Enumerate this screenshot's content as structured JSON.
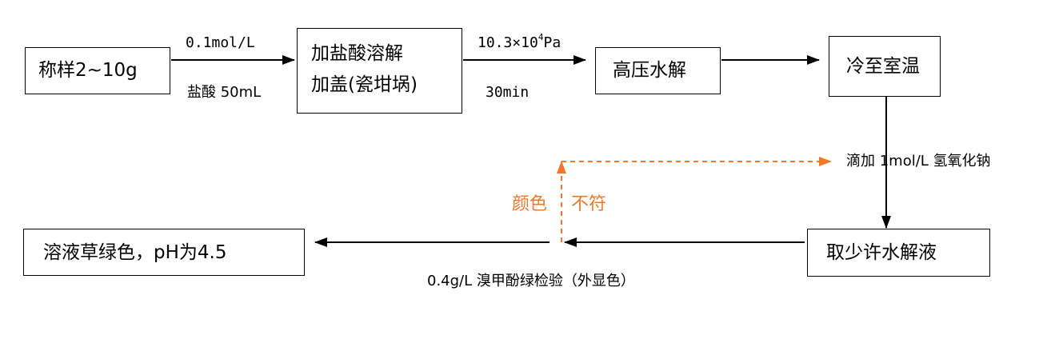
{
  "boxes": {
    "weigh": "称样2~10g",
    "dissolve_line1": "加盐酸溶解",
    "dissolve_line2": "加盖(瓷坩埚)",
    "hydrolysis": "高压水解",
    "cool": "冷至室温",
    "sample": "取少许水解液",
    "result": "溶液草绿色，pH为4.5"
  },
  "labels": {
    "acid_conc": "0.1mol/L",
    "acid_volume": "盐酸 50mL",
    "pressure_base": "10.3×10",
    "pressure_exp": "4",
    "pressure_unit": "Pa",
    "time": "30min",
    "naoh": "滴加 1mol/L 氢氧化钠",
    "test": "0.4g/L 溴甲酚绿检验（外显色）",
    "mismatch_left": "颜色",
    "mismatch_right": "不符"
  },
  "colors": {
    "accent": "#f07828",
    "line": "#000000"
  }
}
